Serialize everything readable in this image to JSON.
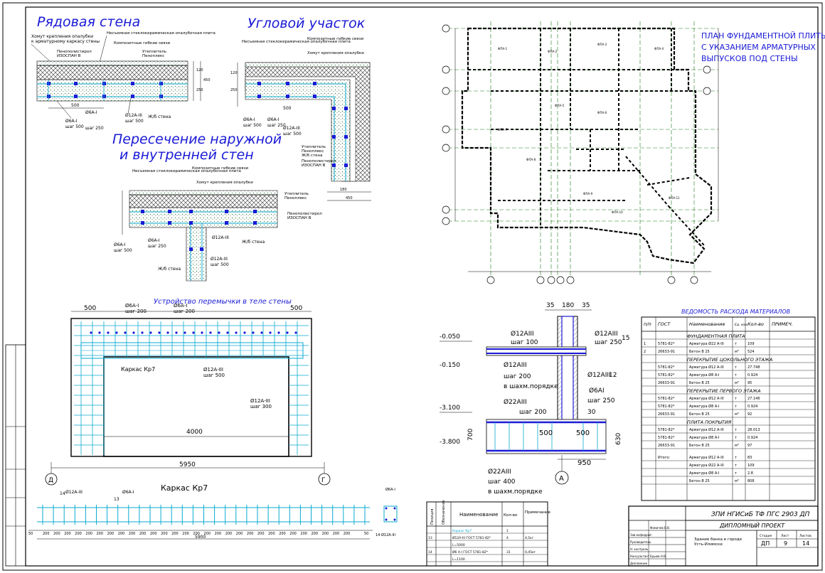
{
  "titles": {
    "row_wall": "Рядовая стена",
    "corner": "Угловой участок",
    "intersection_1": "Пересечение наружной",
    "intersection_2": "и внутренней стен",
    "plan_1": "ПЛАН ФУНДАМЕНТНОЙ ПЛИТЫ",
    "plan_2": "С УКАЗАНИЕМ   АРМАТУРНЫХ",
    "plan_3": "ВЫПУСКОВ ПОД СТЕНЫ",
    "lintel": "Устройство перемычки в теле стены",
    "frame_kp7": "Каркас Кр7",
    "materials": "ВЕДОМОСТЬ РАСХОДА МАТЕРИАЛОВ"
  },
  "labels": {
    "clamp_formwork": "Хомут крепления опалубки",
    "to_frame": "к арматурному каркасу стены",
    "polystyrene": "Пенополистирол",
    "insulation": "Утеплитель",
    "isospan": "ИЗОСПАН В",
    "peneplex": "Пеноплекс",
    "removable": "Несъемная стеклокерамическая опалубочная плита",
    "ties": "Композитные гибкие связи",
    "rc_wall": "Ж/б стена",
    "a1": "Ø6А-I",
    "a3": "Ø12А-III",
    "step250": "шаг 250",
    "step500": "шаг 500",
    "step200": "шаг 200",
    "step300": "шаг 300",
    "step100": "шаг 100",
    "frame_label": "Каркас Кр7",
    "chess": "в шахм.порядке",
    "axis_d": "Д",
    "axis_g": "Г",
    "axis_a": "А",
    "bar_22": "Ø22АIII",
    "bar_12": "Ø12АIII",
    "bar_6": "Ø6АI",
    "step400": "шаг 400",
    "lvl1": "-0.050",
    "lvl2": "-0.150",
    "lvl3": "-3.100",
    "lvl4": "-3.800"
  },
  "dims": {
    "d500": "500",
    "d4000": "4000",
    "d5950": "5950",
    "d5900": "5900",
    "d950": "950",
    "d35": "35",
    "d180": "180",
    "d30": "30",
    "d700": "700",
    "d630": "630",
    "n14": "14",
    "n13": "13",
    "n15": "15",
    "n12": "12",
    "d200": "200",
    "d50": "50"
  },
  "spec": {
    "h_pos": "Позиция",
    "h_desig": "Обозначение",
    "h_name": "Наименование",
    "h_qty": "Кол-во",
    "h_note": "Примечание",
    "rows": [
      [
        "",
        "",
        "Каркас Кр7",
        "1",
        ""
      ],
      [
        "13",
        "",
        "Ø12А-III ГОСТ 5781-82*",
        "4",
        "4,5кг"
      ],
      [
        "",
        "",
        "L=5000",
        "",
        ""
      ],
      [
        "14",
        "",
        "Ø6 А-I ГОСТ 5781-82*",
        "31",
        "0,45кг"
      ],
      [
        "",
        "",
        "L=1100",
        "",
        ""
      ]
    ]
  },
  "materials": {
    "headers": [
      "п/п",
      "ГОСТ",
      "Наименование",
      "Ед. изм.",
      "Кол-во",
      "ПРИМЕЧ."
    ],
    "sections": [
      {
        "title": "ФУНДАМЕНТНАЯ ПЛИТА",
        "rows": [
          [
            "1",
            "5781-82*",
            "Арматура Ø22 А-III",
            "т",
            "109",
            ""
          ],
          [
            "2",
            "26633-91",
            "Бетон В 25",
            "м³",
            "524",
            ""
          ]
        ]
      },
      {
        "title": "ПЕРЕКРЫТИЕ ЦОКОЛЬНОГО ЭТАЖА",
        "rows": [
          [
            "",
            "5781-82*",
            "Арматура Ø12 А-III",
            "т",
            "27.748",
            ""
          ],
          [
            "",
            "5781-82*",
            "Арматура Ø8 А-I",
            "т",
            "0.924",
            ""
          ],
          [
            "",
            "26633-91",
            "Бетон В 25",
            "м³",
            "95",
            ""
          ]
        ]
      },
      {
        "title": "ПЕРЕКРЫТИЕ ПЕРВОГО ЭТАЖА",
        "rows": [
          [
            "",
            "5781-82*",
            "Арматура Ø12 А-III",
            "т",
            "27.146",
            ""
          ],
          [
            "",
            "5781-82*",
            "Арматура Ø8 А-I",
            "т",
            "0.924",
            ""
          ],
          [
            "",
            "26633-91",
            "Бетон В 25",
            "м³",
            "92",
            ""
          ]
        ]
      },
      {
        "title": "ПЛИТА ПОКРЫТИЯ",
        "rows": [
          [
            "",
            "5781-82*",
            "Арматура Ø12 А-III",
            "т",
            "28.013",
            ""
          ],
          [
            "",
            "5781-82*",
            "Арматура Ø8 А-I",
            "т",
            "0.924",
            ""
          ],
          [
            "",
            "26633-91",
            "Бетон В 25",
            "м³",
            "97",
            ""
          ]
        ]
      },
      {
        "title": "",
        "rows": [
          [
            "",
            "Итого:",
            "Арматура Ø12 А-III",
            "т",
            "83",
            ""
          ],
          [
            "",
            "",
            "Арматура Ø22 А-III",
            "т",
            "109",
            ""
          ],
          [
            "",
            "",
            "Арматура Ø8 А-I",
            "т",
            "2.8",
            ""
          ],
          [
            "",
            "",
            "Бетон В 25",
            "м³",
            "808",
            ""
          ]
        ]
      }
    ]
  },
  "stamp": {
    "code": "ЗПИ НГИСиБ ТФ ПГС 2903 ДП",
    "project": "ДИПЛОМНЫЙ ПРОЕКТ",
    "stage_h": "Стадия",
    "sheet_h": "Лист",
    "sheets_h": "Листов",
    "stage": "ДП",
    "sheet": "9",
    "sheets": "14",
    "building": "Здание банка в городе",
    "city": "Усть-Илимске",
    "role1": "Зав.кафедрой",
    "role2": "Руководитель",
    "role3": "Н. контроль",
    "role4": "Консультант",
    "role5": "Дипломник",
    "name1": "Фомичев В.В.",
    "name5": "Ершов Н.В."
  },
  "colors": {
    "line": "#000000",
    "blue": "#1a1ad6",
    "cyan": "#0aaad0",
    "green": "#1a7a1a",
    "hatch": "#444444",
    "insul": "#f5f5f5"
  }
}
